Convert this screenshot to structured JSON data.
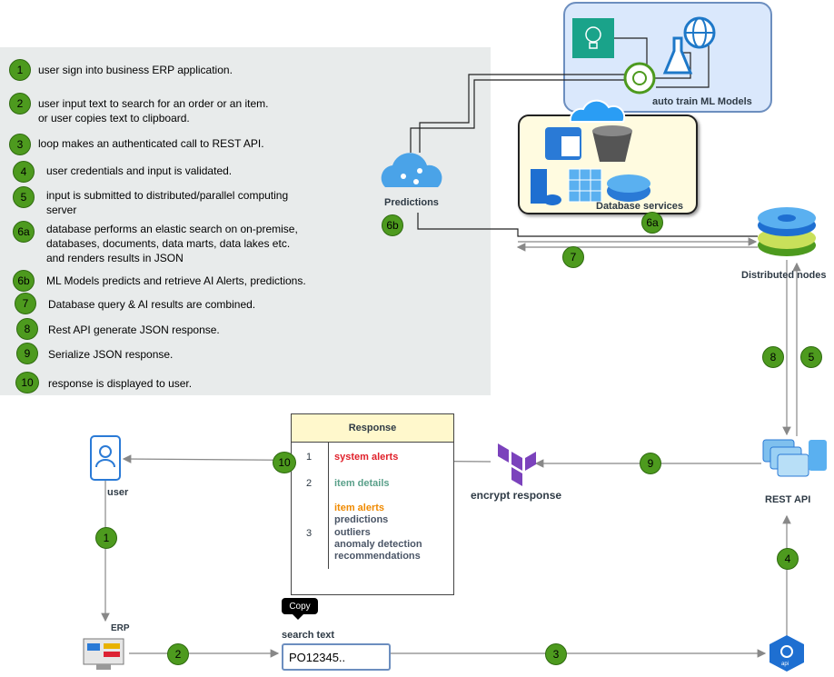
{
  "legend": {
    "steps": [
      {
        "num": "1",
        "text": "user sign into business ERP application."
      },
      {
        "num": "2",
        "text": "user input text to search for an order or an item.\nor user copies text to clipboard."
      },
      {
        "num": "3",
        "text": "loop makes an authenticated call to REST API."
      },
      {
        "num": "4",
        "text": "user credentials and input is validated."
      },
      {
        "num": "5",
        "text": "input is submitted to distributed/parallel computing\nserver"
      },
      {
        "num": "6a",
        "text": "database performs an elastic search on on-premise,\ndatabases, documents, data marts, data lakes etc.\nand renders results in JSON"
      },
      {
        "num": "6b",
        "text": "ML Models predicts and retrieve AI Alerts, predictions."
      },
      {
        "num": "7",
        "text": "Database query & AI results are combined."
      },
      {
        "num": "8",
        "text": "Rest API generate JSON response."
      },
      {
        "num": "9",
        "text": "Serialize JSON response."
      },
      {
        "num": "10",
        "text": "response is displayed to user."
      }
    ]
  },
  "nodes": {
    "ml_models": "auto train ML Models",
    "database_services": "Database services",
    "predictions": "Predictions",
    "distributed_nodes": "Distributed nodes",
    "rest_api": "REST API",
    "encrypt_response": "encrypt response",
    "user": "user",
    "erp": "ERP",
    "search_text": "search text",
    "search_value": "PO12345..",
    "copy": "Copy",
    "api_icon_label": "api"
  },
  "response": {
    "title": "Response",
    "rows": [
      {
        "num": "1",
        "lines": [
          "system alerts"
        ]
      },
      {
        "num": "2",
        "lines": [
          "item details"
        ]
      },
      {
        "num": "3",
        "lines": [
          "item alerts",
          "predictions",
          "outliers",
          "anomaly detection",
          "recommendations"
        ]
      }
    ]
  },
  "flow_badges": {
    "b6b": "6b",
    "b6a": "6a",
    "b7": "7",
    "b8": "8",
    "b5": "5",
    "b9": "9",
    "b10": "10",
    "b4": "4",
    "b1": "1",
    "b2": "2",
    "b3": "3"
  },
  "colors": {
    "badge_green": "#4d9a1e",
    "system_alerts": "#e0202a",
    "item_details": "#5aa08a",
    "item_alerts": "#f08a00",
    "text_slate": "#4a5566",
    "ml_box_fill": "#dae8fc",
    "db_box_fill": "#fffbe0"
  }
}
